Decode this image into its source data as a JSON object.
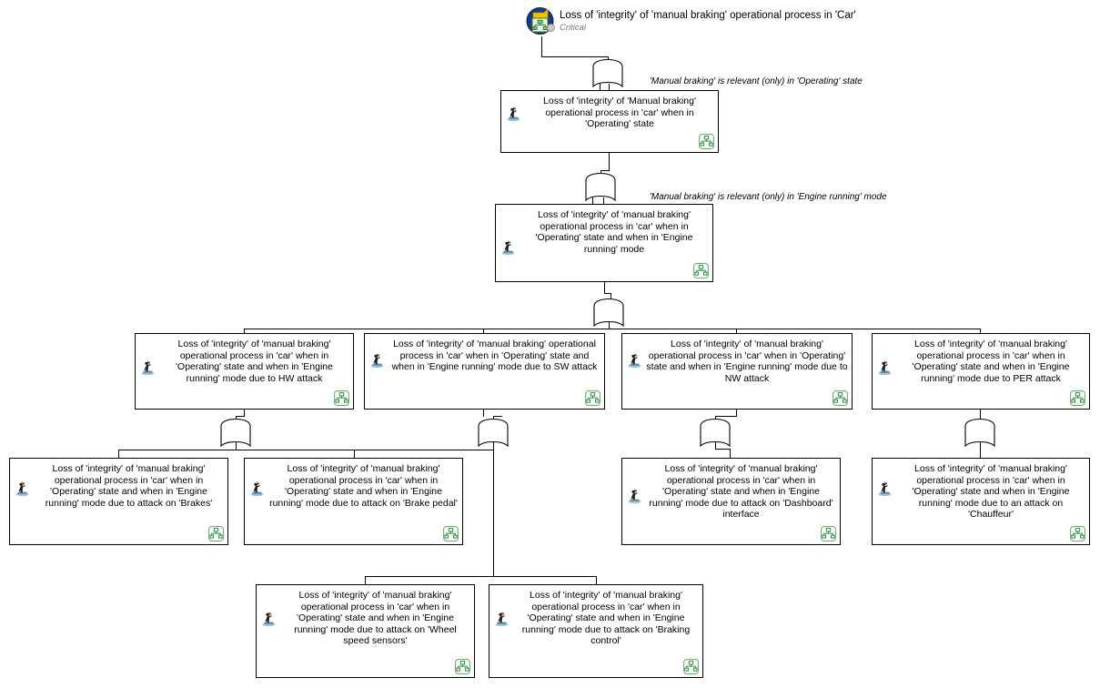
{
  "diagram": {
    "type": "attack-tree",
    "title": "Loss of 'integrity' of 'manual braking' operational process in 'Car'",
    "root": {
      "label": "Loss of 'integrity' of 'manual braking' operational process in 'Car'",
      "severity": "Critical",
      "icon": "attack-tree-root-icon"
    },
    "annotations": [
      {
        "text": "'Manual braking' is relevant (only) in 'Operating' state"
      },
      {
        "text": "'Manual braking' is relevant (only) in 'Engine running' mode"
      }
    ],
    "nodes": [
      {
        "id": "n1",
        "label": "Loss of 'integrity' of 'Manual braking' operational process in 'car' when in 'Operating' state"
      },
      {
        "id": "n2",
        "label": "Loss of 'integrity' of 'manual braking' operational process in 'car' when in 'Operating' state and when in 'Engine running' mode"
      },
      {
        "id": "n3-hw",
        "label": "Loss of 'integrity' of 'manual braking' operational process in 'car' when in 'Operating' state and when in 'Engine running' mode due to HW attack"
      },
      {
        "id": "n3-sw",
        "label": "Loss of 'integrity' of 'manual braking' operational process in 'car' when in 'Operating' state and when in 'Engine running' mode due to SW attack"
      },
      {
        "id": "n3-nw",
        "label": "Loss of 'integrity' of 'manual braking' operational process in 'car' when in 'Operating' state and when in 'Engine running' mode due to NW attack"
      },
      {
        "id": "n3-per",
        "label": "Loss of 'integrity' of 'manual braking' operational process in 'car' when in 'Operating' state and when in 'Engine running' mode due to PER attack"
      },
      {
        "id": "n4-brakes",
        "label": "Loss of 'integrity' of 'manual braking' operational process in 'car' when in 'Operating' state and when in 'Engine running' mode due to attack on 'Brakes'"
      },
      {
        "id": "n4-brakepedal",
        "label": "Loss of 'integrity' of 'manual braking' operational process in 'car' when in 'Operating' state and when in 'Engine running' mode due to attack on 'Brake pedal'"
      },
      {
        "id": "n4-dashboard",
        "label": "Loss of 'integrity' of 'manual braking' operational process in 'car' when in 'Operating' state and when in 'Engine running' mode due to attack on 'Dashboard' interface"
      },
      {
        "id": "n4-chauffeur",
        "label": "Loss of 'integrity' of 'manual braking' operational process in 'car' when in 'Operating' state and when in 'Engine running' mode due to an attack on 'Chauffeur'"
      },
      {
        "id": "n5-wheelspeed",
        "label": "Loss of 'integrity' of 'manual braking' operational process in 'car' when in 'Operating' state and when in 'Engine running' mode due to attack on 'Wheel speed sensors'"
      },
      {
        "id": "n5-brakingcontrol",
        "label": "Loss of 'integrity' of 'manual braking' operational process in 'car' when in 'Operating' state and when in 'Engine running' mode due to attack on 'Braking control'"
      }
    ],
    "gates": [
      {
        "id": "g-root",
        "type": "or-gate"
      },
      {
        "id": "g-n1",
        "type": "or-gate"
      },
      {
        "id": "g-n2",
        "type": "or-gate"
      },
      {
        "id": "g-hw",
        "type": "or-gate"
      },
      {
        "id": "g-sw",
        "type": "or-gate"
      },
      {
        "id": "g-nw",
        "type": "or-gate"
      },
      {
        "id": "g-per",
        "type": "or-gate"
      }
    ],
    "colors": {
      "line": "#000000",
      "node_fill": "#ffffff",
      "node_border": "#000000",
      "root_icon_circle": "#1b3a7a",
      "root_icon_accent": "#f2c200",
      "subtree_badge": "#6aa86a",
      "severity_text": "#7a7a7a",
      "agent_flag": "#cc0000"
    }
  }
}
